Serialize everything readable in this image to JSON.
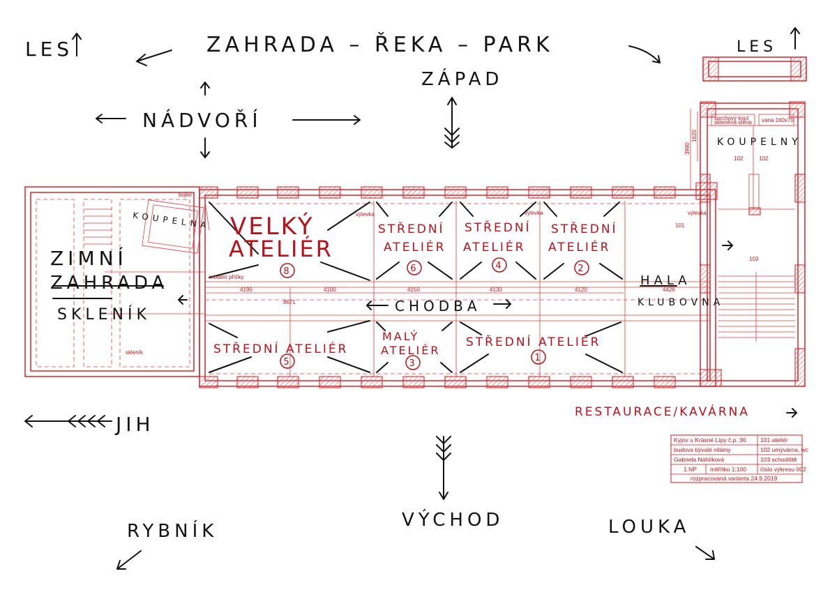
{
  "compass": {
    "north_label": "ZAHRADA – ŘEKA – PARK",
    "west": "ZÁPAD",
    "east": "VÝCHOD",
    "south": "JIH",
    "les_left": "LES",
    "les_right": "LES",
    "nadvori": "NÁDVOŘÍ",
    "rybnik": "RYBNÍK",
    "louka": "LOUKA",
    "restaurace": "RESTAURACE/KAVÁRNA"
  },
  "rooms": {
    "velky_1": "VELKÝ",
    "velky_2": "ATELIÉR",
    "stredni_a_1": "STŘEDNÍ",
    "stredni_a_2": "ATELIÉR",
    "stredni_b_1": "STŘEDNÍ",
    "stredni_b_2": "ATELIÉR",
    "stredni_c_1": "STŘEDNÍ",
    "stredni_c_2": "ATELIÉR",
    "stredni_bottom_left": "STŘEDNÍ ATELIÉR",
    "maly_1": "MALÝ",
    "maly_2": "ATELIÉR",
    "stredni_bottom_right": "STŘEDNÍ ATELIÉR",
    "chodba": "CHODBA",
    "hala": "HALA",
    "klubovna": "KLUBOVNA",
    "zimni": "ZIMNÍ",
    "zahrada": "ZAHRADA",
    "sklenik": "SKLENÍK",
    "koupelna": "KOUPELNA",
    "koupelny": "KOUPELNY",
    "num_velky": "8",
    "num_a": "6",
    "num_b": "4",
    "num_c": "2",
    "num_bl": "5",
    "num_maly": "3",
    "num_br": "1"
  },
  "plan_labels": {
    "boiler": "bojler",
    "sklenik_small": "skleník",
    "mobilni": "mobilní příčky",
    "vylevka_1": "výlevka",
    "vylevka_2": "výlevka",
    "vylevka_3": "výlevka",
    "r101": "101",
    "r102a": "102",
    "r102b": "102",
    "r103": "103",
    "sprchovy": "sprchový kout",
    "sklenena": "skleněná stěna",
    "vana": "vana 160x70",
    "d1": "4190",
    "d2": "4100",
    "d3": "4150",
    "d4": "4130",
    "d5": "4120",
    "d6": "4426",
    "d7": "8671",
    "d8": "1620",
    "d9": "3990"
  },
  "title_block": {
    "r1c1": "Kyjov u Krásné Lípy č.p. 36",
    "r1c2": "101 ateliér",
    "r2c1": "budova bývalé nilámy",
    "r2c2": "102 umývárna, wc",
    "r3c1": "Gabriela Náhlíková",
    "r3c2": "103 schodiště",
    "r4c1": "1.NP",
    "r4c2": "měřítko 1:100",
    "r4c3": "číslo výkresu 002",
    "r5": "rozpracovaná varianta 24.9.2019"
  },
  "colors": {
    "ink": "#111111",
    "plan_red": "#d8141c",
    "label_red": "#b5121b"
  }
}
